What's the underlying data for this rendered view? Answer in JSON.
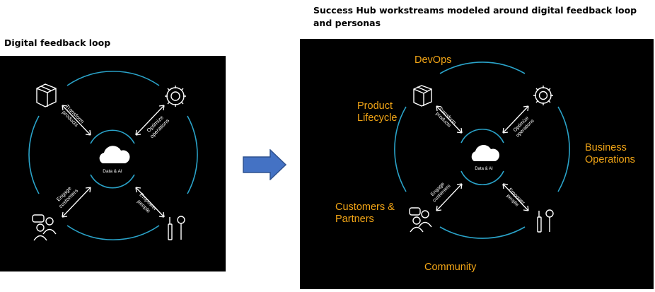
{
  "left": {
    "title": "Digital feedback loop",
    "center_label": "Data & AI",
    "spokes": {
      "transform": [
        "Transform",
        "products"
      ],
      "optimize": [
        "Optimize",
        "operations"
      ],
      "engage": [
        "Engage",
        "customers"
      ],
      "empower": [
        "Empower",
        "people"
      ]
    }
  },
  "right": {
    "title": "Success Hub workstreams modeled around digital feedback loop and personas",
    "center_label": "Data & AI",
    "spokes": {
      "transform": [
        "Transform",
        "products"
      ],
      "optimize": [
        "Optimize",
        "operations"
      ],
      "engage": [
        "Engage",
        "customers"
      ],
      "empower": [
        "Empower",
        "people"
      ]
    },
    "workstreams": {
      "devops": "DevOps",
      "product": [
        "Product",
        "Lifecycle"
      ],
      "business": [
        "Business",
        "Operations"
      ],
      "customers": [
        "Customers &",
        "Partners"
      ],
      "community": "Community"
    }
  },
  "colors": {
    "ring": "#2aa3c9",
    "workstream": "#f2a516",
    "arrow": "#4472c4",
    "panel": "#000000"
  },
  "icons": [
    "box-icon",
    "gear-icon",
    "people-icon",
    "tools-icon",
    "cloud-icon"
  ]
}
